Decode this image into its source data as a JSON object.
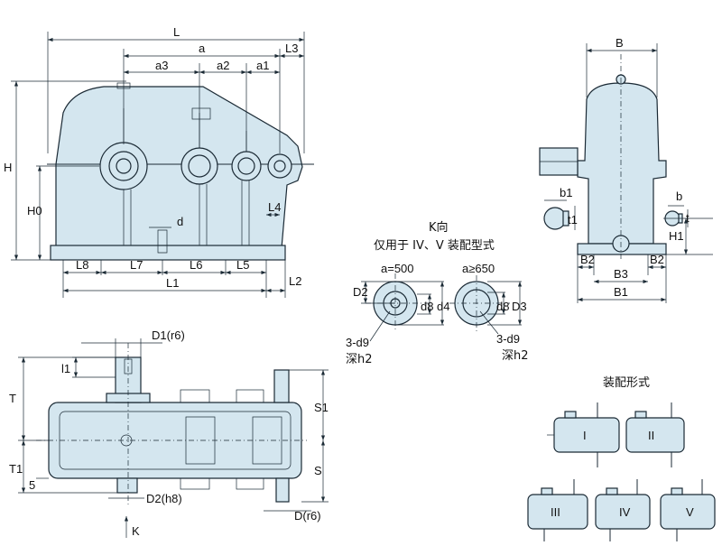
{
  "front_view": {
    "dims_top": [
      "L",
      "a",
      "L3",
      "a3",
      "a2",
      "a1"
    ],
    "dims_side": [
      "H",
      "H0"
    ],
    "dims_bottom": [
      "L8",
      "L7",
      "L6",
      "L5",
      "L1",
      "L2",
      "L4",
      "d"
    ]
  },
  "side_view": {
    "dims": [
      "B",
      "b1",
      "t1",
      "b",
      "t",
      "H1",
      "B2",
      "B3",
      "B2",
      "B1"
    ]
  },
  "k_view": {
    "title": "K向",
    "subtitle": "仅用于 IV、V 装配型式",
    "left_condition": "a=500",
    "right_condition": "a≥650",
    "left_dims": [
      "D2",
      "d8",
      "d4"
    ],
    "right_dims": [
      "d8",
      "D3"
    ],
    "left_note_1": "3-d9",
    "left_note_2": "深h2",
    "right_note_1": "3-d9",
    "right_note_2": "深h2"
  },
  "plan_view": {
    "dims": [
      "D1(r6)",
      "l1",
      "T",
      "T1",
      "5",
      "S1",
      "S",
      "D2(h8)",
      "D(r6)"
    ],
    "k_label": "K"
  },
  "assembly": {
    "title": "装配形式",
    "types": [
      "I",
      "II",
      "III",
      "IV",
      "V"
    ]
  }
}
